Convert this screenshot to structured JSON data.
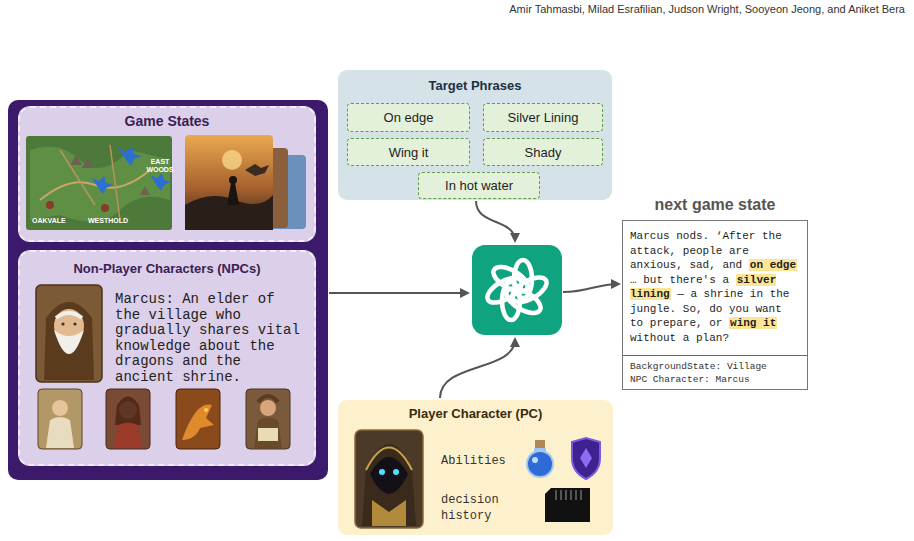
{
  "diagram": {
    "nodes": [
      {
        "text": [
          "Game States"
        ]
      },
      {
        "text": [
          "Non-Player Characters (NPCs)",
          "Marcus: An elder of the village who gradually shares vital knowledge about the dragons and the ancient shrine."
        ]
      },
      {
        "text": [
          "Target Phrases"
        ]
      },
      {
        "text": [
          "On edge"
        ],
        "in": 2
      },
      {
        "text": [
          "Silver Lining"
        ],
        "in": 2
      },
      {
        "text": [
          "Wing it"
        ],
        "in": 2
      },
      {
        "text": [
          "Shady"
        ],
        "in": 2
      },
      {
        "text": [
          "In hot water"
        ],
        "in": 2
      },
      {
        "text": [
          "Player Character (PC)",
          "Abilities",
          "decision history"
        ]
      },
      {
        "text": [
          "next game state",
          "Marcus nods. ‘After the attack, people are anxious, sad, and",
          "on edge",
          "… but there's a",
          "silver lining",
          "— a shrine in the jungle. So, do you want to prepare, or",
          "wing it",
          "without a plan?",
          "BackgroundState: Village",
          "NPC Character: Marcus"
        ]
      }
    ],
    "labels": [
      "Amir Tahmasbi, Milad Esrafilian, Judson Wright, Sooyeon Jeong, and Aniket Bera",
      "EAST WOODS",
      "OAKVALE",
      "WESTHOLD"
    ]
  }
}
